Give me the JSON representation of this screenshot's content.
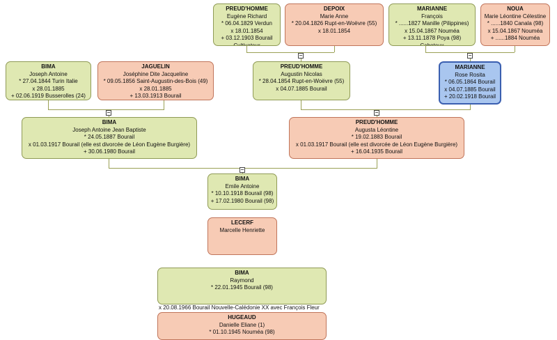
{
  "people": [
    {
      "id": "preudhomme_eugene",
      "sex": "m",
      "surname": "PREUD'HOMME",
      "given": "Eugène Richard",
      "lines": [
        "* 06.04.1829 Verdun",
        "x 18.01.1854",
        "+ 03.12.1903 Bourail",
        "Cultivateur"
      ]
    },
    {
      "id": "depoix_marie",
      "sex": "f",
      "surname": "DEPOIX",
      "given": "Marie Anne",
      "lines": [
        "* 20.04.1826 Rupt-en-Woëvre (55)",
        "x 18.01.1854"
      ]
    },
    {
      "id": "marianne_francois",
      "sex": "m",
      "surname": "MARIANNE",
      "given": "François",
      "lines": [
        "* ......1827 Manille (Pilippines)",
        "x 15.04.1867 Nouméa",
        "+ 13.11.1878 Poya (98)",
        "Caboteux"
      ]
    },
    {
      "id": "noua_marie",
      "sex": "f",
      "surname": "NOUA",
      "given": "Marie Léontine Célestine",
      "lines": [
        "* ......1840 Canala (98)",
        "x 15.04.1867 Nouméa",
        "+ ......1884 Nouméa"
      ]
    },
    {
      "id": "bima_joseph",
      "sex": "m",
      "surname": "BIMA",
      "given": "Joseph Antoine",
      "lines": [
        "* 27.04.1844 Turin Italie",
        "x 28.01.1885",
        "+ 02.06.1919 Busserolles (24)"
      ]
    },
    {
      "id": "jaguelin_josephine",
      "sex": "f",
      "surname": "JAGUELIN",
      "given": "Joséphine Dite Jacqueline",
      "lines": [
        "* 09.05.1856 Saint-Augustin-des-Bois (49)",
        "x 28.01.1885",
        "+ 13.03.1913 Bourail"
      ]
    },
    {
      "id": "preudhomme_augustin",
      "sex": "m",
      "surname": "PREUD'HOMME",
      "given": "Augustin Nicolas",
      "lines": [
        "* 28.04.1854 Rupt-en-Woëvre (55)",
        "x 04.07.1885 Bourail"
      ]
    },
    {
      "id": "marianne_rose",
      "sex": "sel",
      "surname": "MARIANNE",
      "given": "Rose Rosita",
      "lines": [
        "* 06.05.1864 Bourail",
        "x 04.07.1885 Bourail",
        "+ 20.02.1918 Bourail"
      ]
    },
    {
      "id": "bima_joseph_jb",
      "sex": "m",
      "surname": "BIMA",
      "given": "Joseph Antoine Jean Baptiste",
      "lines": [
        "* 24.05.1887 Bourail",
        "x 01.03.1917 Bourail (elle est divorcée de Léon Eugène Burgière)",
        "+ 30.06.1980 Bourail"
      ]
    },
    {
      "id": "preudhomme_augusta",
      "sex": "f",
      "surname": "PREUD'HOMME",
      "given": "Augusta Léontine",
      "lines": [
        "* 19.02.1883 Bourail",
        "x 01.03.1917 Bourail (elle est divorcée de Léon Eugène Burgière)",
        "+ 16.04.1935 Bourail"
      ]
    },
    {
      "id": "bima_emile",
      "sex": "m",
      "surname": "BIMA",
      "given": "Emile Antoine",
      "lines": [
        "* 10.10.1918 Bourail (98)",
        "+ 17.02.1980 Bourail (98)"
      ]
    },
    {
      "id": "lecerf_marcelle",
      "sex": "f",
      "surname": "LECERF",
      "given": "Marcelle Henriette",
      "lines": []
    },
    {
      "id": "bima_raymond",
      "sex": "m",
      "surname": "BIMA",
      "given": "Raymond",
      "lines": [
        "* 22.01.1945 Bourail (98)"
      ]
    },
    {
      "id": "hugeaud_danielle",
      "sex": "f",
      "surname": "HUGEAUD",
      "given": "Danielle Eliane (1)",
      "lines": [
        "* 01.10.1945 Nouméa (98)"
      ]
    }
  ],
  "marriage_text": "x 20.08.1966 Bourail Nouvelle-Calédonie XX avec François Fleur",
  "collapse_symbol": "−",
  "colors": {
    "male": "#dfe8b2",
    "female": "#f7cbb5",
    "selected": "#a9c6ef",
    "connector": "#9aa055"
  }
}
